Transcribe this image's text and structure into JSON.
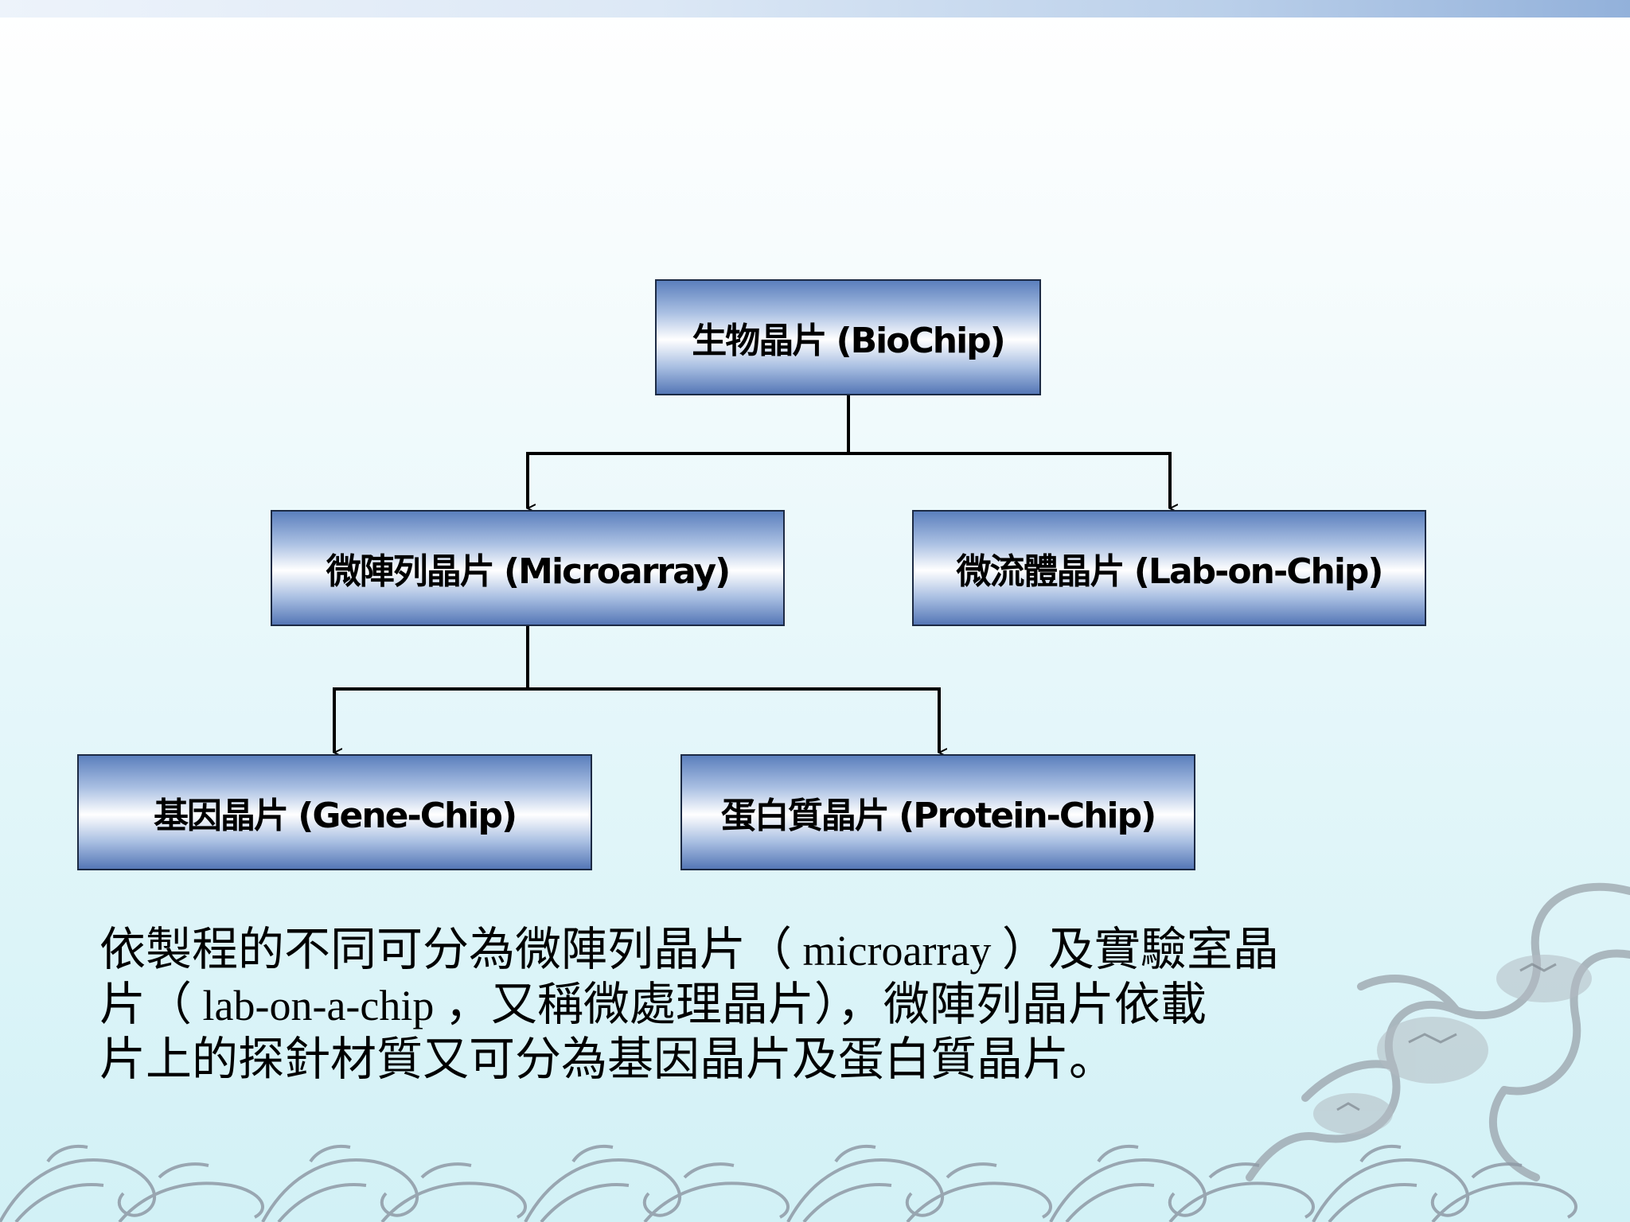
{
  "diagram": {
    "root": {
      "label": "生物晶片 (BioChip)"
    },
    "micro": {
      "label": "微陣列晶片 (Microarray)"
    },
    "lab": {
      "label": "微流體晶片 (Lab-on-Chip)"
    },
    "gene": {
      "label": "基因晶片 (Gene-Chip)"
    },
    "prot": {
      "label": "蛋白質晶片 (Protein-Chip)"
    }
  },
  "caption": {
    "part1": "依製程的不同可分為微陣列晶片（",
    "term1": " microarray ",
    "part2": "）及實驗室晶",
    "part3": "片（",
    "term2": " lab-on-a-chip ",
    "part4": "，又稱微處理晶片），微陣列晶片依載",
    "part5": "片上的探針材質又可分為基因晶片及蛋白質晶片。"
  },
  "colors": {
    "node_dark": "#5577b6",
    "node_border": "#1c2a44",
    "connector": "#000000",
    "wave": "#8f9aa6",
    "dragon": "#9aa3ab"
  },
  "decor": {
    "background": "wave-pattern",
    "corner": "dragon-illustration"
  }
}
